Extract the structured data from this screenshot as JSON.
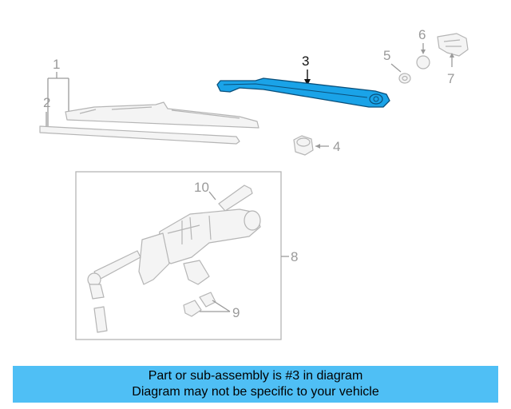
{
  "callouts": {
    "c1": "1",
    "c2": "2",
    "c3": "3",
    "c4": "4",
    "c5": "5",
    "c6": "6",
    "c7": "7",
    "c8": "8",
    "c9": "9",
    "c10": "10"
  },
  "banner": {
    "line1": "Part or sub-assembly is #3 in diagram",
    "line2": "Diagram may not be specific to your vehicle"
  },
  "colors": {
    "highlight_part": "#1aa3e8",
    "banner_bg": "#4fbff5",
    "ghost_stroke": "#b5b5b5"
  }
}
